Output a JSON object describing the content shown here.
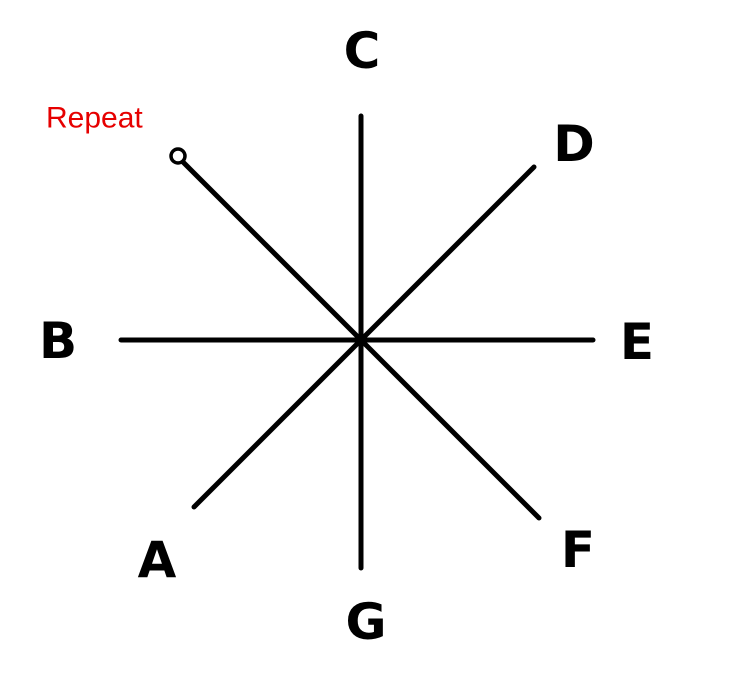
{
  "labels": {
    "a": "A",
    "b": "B",
    "c": "C",
    "d": "D",
    "e": "E",
    "f": "F",
    "g": "G"
  },
  "note": {
    "text": "Repeat",
    "color": "#e60000"
  },
  "colors": {
    "lines": "#000000",
    "background": "#ffffff"
  }
}
